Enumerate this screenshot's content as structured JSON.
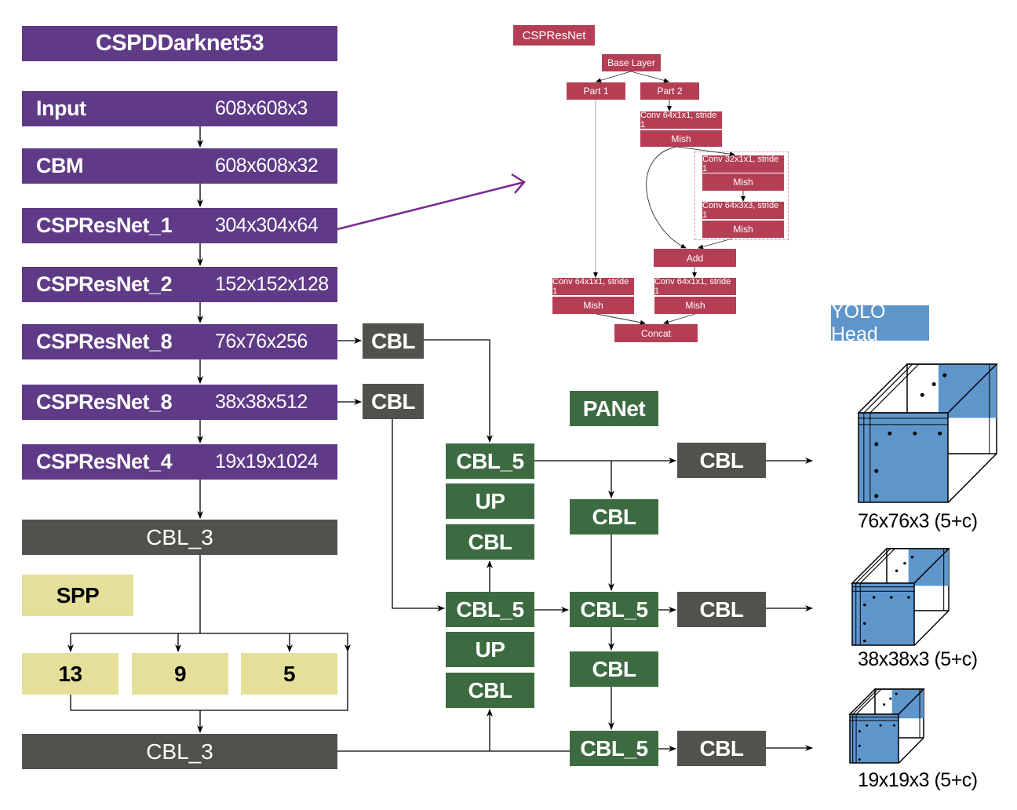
{
  "backbone": {
    "title": "CSPDDarknet53",
    "layers": [
      {
        "name": "Input",
        "dims": "608x608x3"
      },
      {
        "name": "CBM",
        "dims": "608x608x32"
      },
      {
        "name": "CSPResNet_1",
        "dims": "304x304x64"
      },
      {
        "name": "CSPResNet_2",
        "dims": "152x152x128"
      },
      {
        "name": "CSPResNet_8",
        "dims": "76x76x256"
      },
      {
        "name": "CSPResNet_8",
        "dims": "38x38x512"
      },
      {
        "name": "CSPResNet_4",
        "dims": "19x19x1024"
      }
    ],
    "cbl3_top": "CBL_3",
    "cbl3_bottom": "CBL_3"
  },
  "spp": {
    "title": "SPP",
    "pools": [
      "13",
      "9",
      "5"
    ]
  },
  "side_cbl": [
    "CBL",
    "CBL"
  ],
  "panet": {
    "title": "PANet",
    "col1": [
      "CBL_5",
      "UP",
      "CBL",
      "CBL_5",
      "UP",
      "CBL"
    ],
    "col2": [
      "CBL",
      "CBL_5",
      "CBL",
      "CBL_5"
    ],
    "out_cbl": [
      "CBL",
      "CBL",
      "CBL"
    ]
  },
  "csp_detail": {
    "title": "CSPResNet",
    "base": "Base Layer",
    "part1": "Part 1",
    "part2": "Part 2",
    "conv_a": "Conv 64x1x1, stride 1",
    "mish_a": "Mish",
    "conv_b": "Conv 32x1x1, stride 1",
    "mish_b": "Mish",
    "conv_c": "Conv 64x3x3, stride 1",
    "mish_c": "Mish",
    "add": "Add",
    "conv_d": "Conv 64x1x1, stride 1",
    "mish_d": "Mish",
    "conv_e": "Conv 64x1x1, stride 1",
    "mish_e": "Mish",
    "concat": "Concat"
  },
  "yolo_head": {
    "title": "YOLO Head",
    "outputs": [
      "76x76x3 (5+c)",
      "38x38x3 (5+c)",
      "19x19x3 (5+c)"
    ]
  },
  "colors": {
    "backbone": "#5f3a86",
    "cbl": "#52524c",
    "panet": "#3d6b41",
    "spp": "#e4e09a",
    "csp": "#b43f55",
    "yolo": "#5e96cc"
  }
}
